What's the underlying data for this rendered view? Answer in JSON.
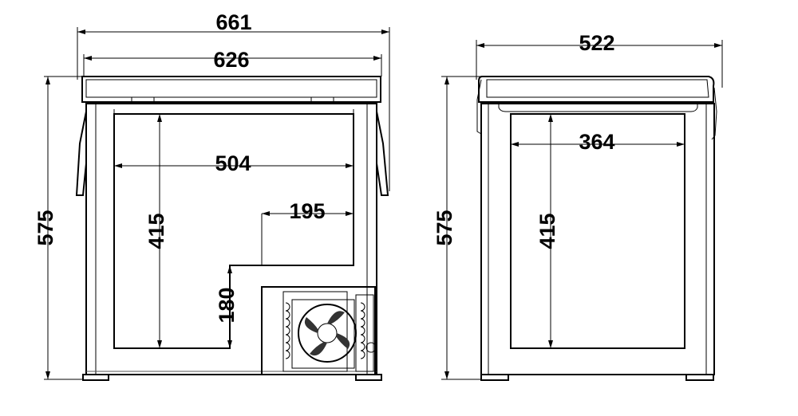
{
  "front_view": {
    "overall_width": "661",
    "body_width": "626",
    "overall_height": "575",
    "inner_width": "504",
    "inner_height": "415",
    "step_width": "195",
    "step_height": "180"
  },
  "side_view": {
    "overall_depth": "522",
    "overall_height": "575",
    "inner_depth": "364",
    "inner_height": "415"
  }
}
